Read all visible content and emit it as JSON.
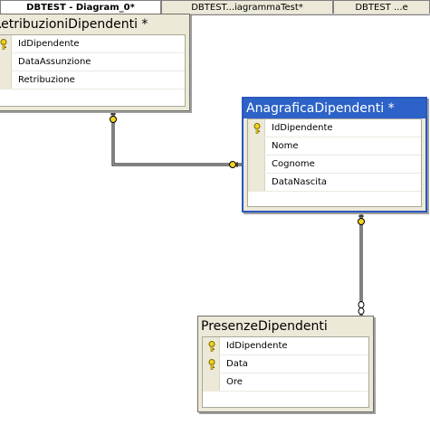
{
  "tabs": [
    {
      "label": "DBTEST - Diagram_0*",
      "active": true
    },
    {
      "label": "DBTEST...iagrammaTest*",
      "active": false
    },
    {
      "label": "DBTEST ...e",
      "active": false
    }
  ],
  "tables": {
    "retribuzioni": {
      "title": "RetribuzioniDipendenti *",
      "rows": [
        {
          "name": "IdDipendente",
          "key": true
        },
        {
          "name": "DataAssunzione",
          "key": false
        },
        {
          "name": "Retribuzione",
          "key": false
        }
      ]
    },
    "anagrafica": {
      "title": "AnagraficaDipendenti *",
      "selected": true,
      "rows": [
        {
          "name": "IdDipendente",
          "key": true
        },
        {
          "name": "Nome",
          "key": false
        },
        {
          "name": "Cognome",
          "key": false
        },
        {
          "name": "DataNascita",
          "key": false
        }
      ]
    },
    "presenze": {
      "title": "PresenzeDipendenti",
      "rows": [
        {
          "name": "IdDipendente",
          "key": true
        },
        {
          "name": "Data",
          "key": true
        },
        {
          "name": "Ore",
          "key": false
        }
      ]
    }
  },
  "colors": {
    "selected_title": "#2d63c8",
    "table_bg": "#ece9d8",
    "key_icon": "#f2d21e",
    "relationship_line": "#000000"
  }
}
